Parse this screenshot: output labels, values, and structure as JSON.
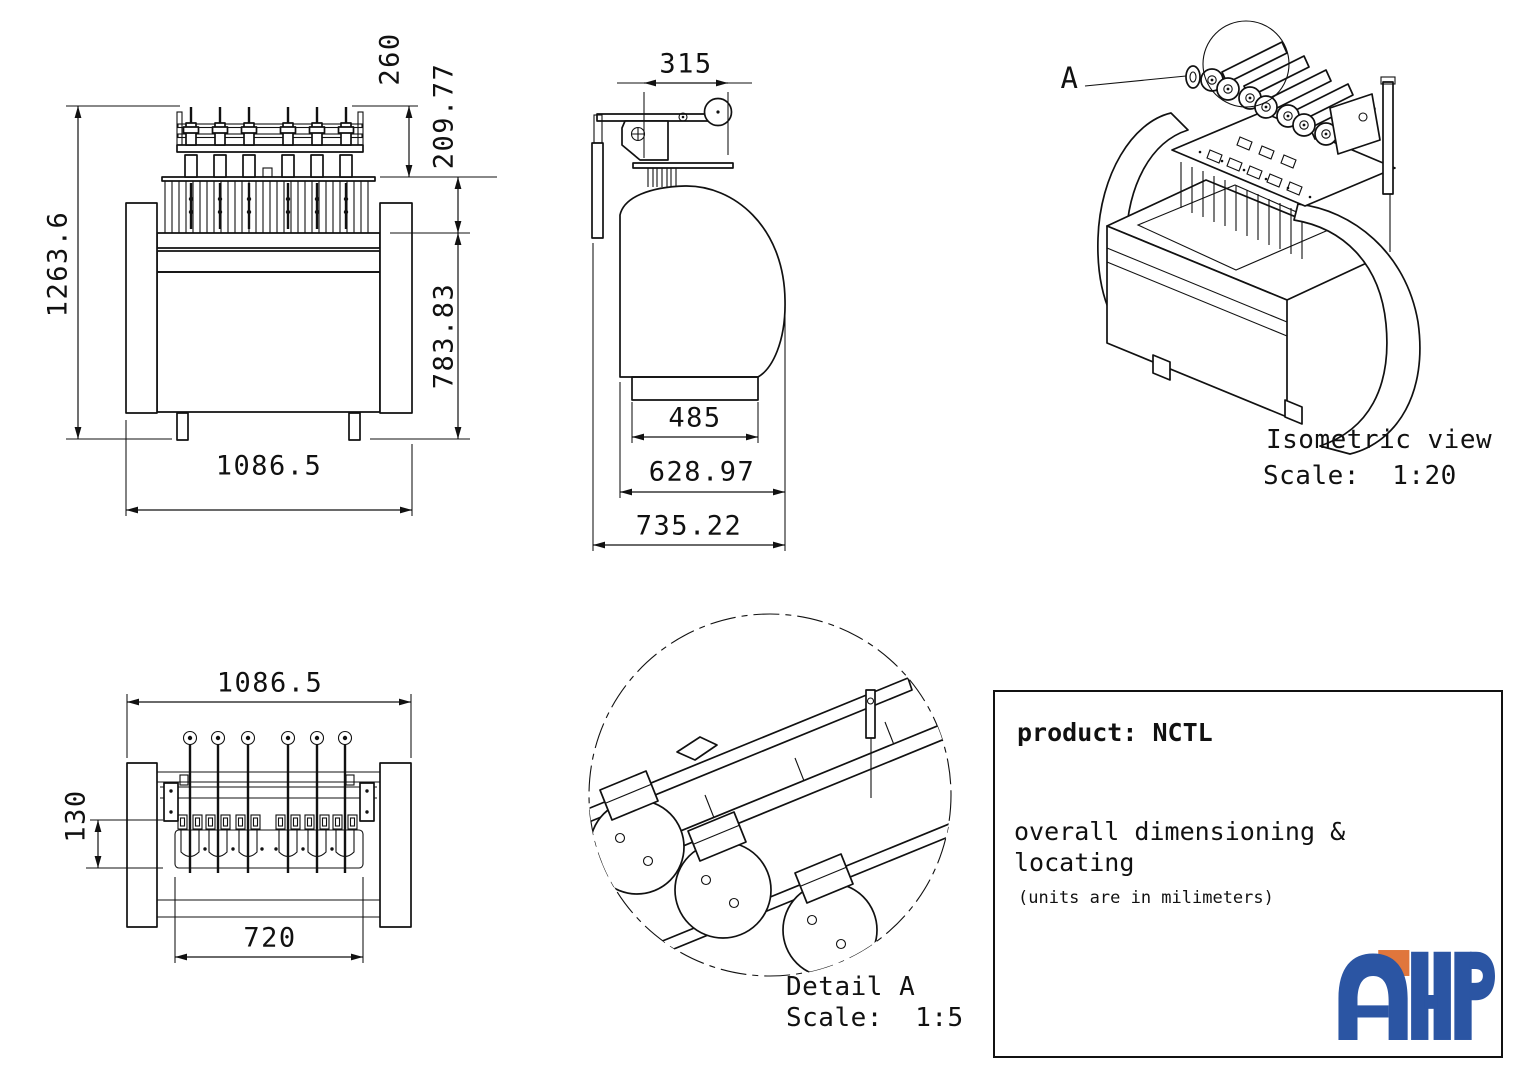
{
  "sheet": {
    "background": "#ffffff",
    "line_color": "#111111"
  },
  "views": {
    "front": {
      "dim_total_height": "1263.6",
      "dim_spindle_height": "260",
      "dim_head_height": "209.77",
      "dim_body_height": "783.83",
      "dim_width": "1086.5"
    },
    "side": {
      "dim_head_width": "315",
      "dim_base_width": "485",
      "dim_body_depth": "628.97",
      "dim_total_depth": "735.22"
    },
    "isometric": {
      "detail_marker": "A",
      "caption_line1": "Isometric view",
      "caption_line2": "Scale:  1:20"
    },
    "top": {
      "dim_width": "1086.5",
      "dim_clamp_offset": "130",
      "dim_span": "720"
    },
    "detail_a": {
      "caption_line1": "Detail A",
      "caption_line2": "Scale:  1:5"
    }
  },
  "title_block": {
    "product_label": "product: NCTL",
    "description_line1": "overall dimensioning &",
    "description_line2": "locating",
    "units_note": "(units are in milimeters)",
    "logo_text": "AHP",
    "logo_blue": "#2b55a3",
    "logo_orange": "#e0763c"
  }
}
